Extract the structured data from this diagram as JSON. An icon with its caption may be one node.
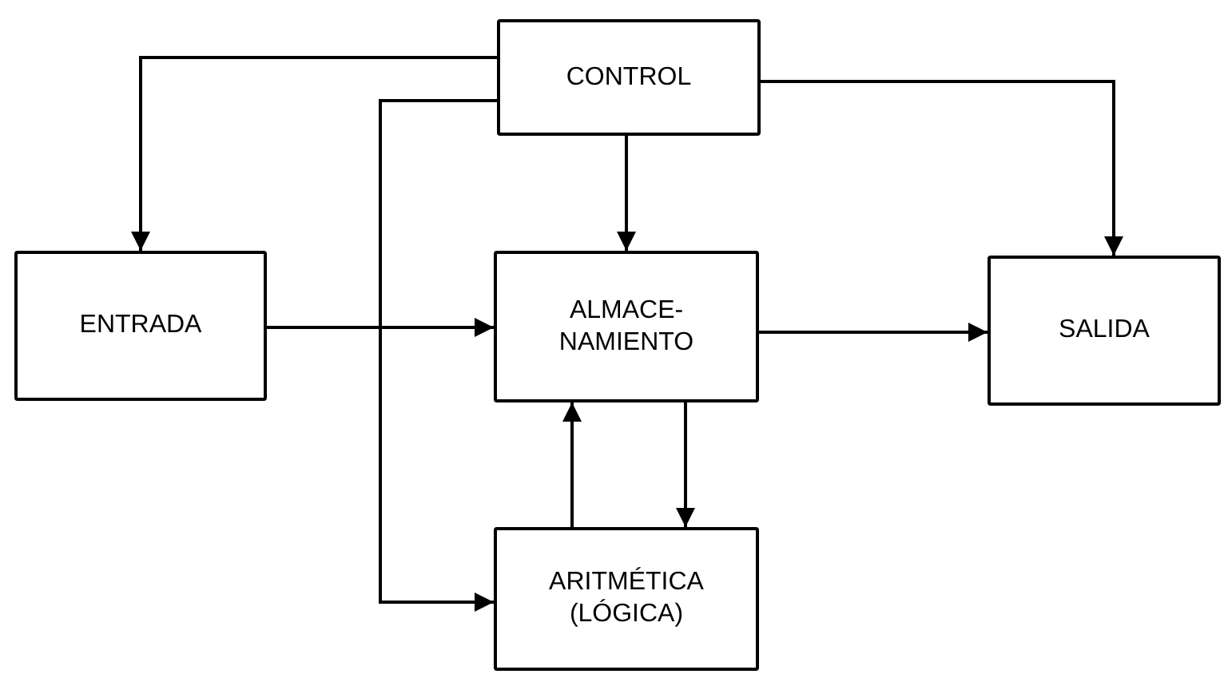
{
  "diagram": {
    "nodes": [
      {
        "text": [
          "CONTROL"
        ]
      },
      {
        "text": [
          "ENTRADA"
        ]
      },
      {
        "text": [
          "ALMACE- NAMIENTO"
        ]
      },
      {
        "text": [
          "SALIDA"
        ]
      },
      {
        "text": [
          "ARITMÉTICA (LÓGICA)"
        ]
      }
    ],
    "edges": [
      {
        "from": 0,
        "to": 1,
        "arrow": "to"
      },
      {
        "from": 0,
        "to": 4,
        "arrow": "to"
      },
      {
        "from": 0,
        "to": 2,
        "arrow": "to"
      },
      {
        "from": 0,
        "to": 3,
        "arrow": "to"
      },
      {
        "from": 1,
        "to": 2,
        "arrow": "to"
      },
      {
        "from": 2,
        "to": 3,
        "arrow": "to"
      },
      {
        "from": 4,
        "to": 2,
        "arrow": "to"
      },
      {
        "from": 2,
        "to": 4,
        "arrow": "to"
      }
    ]
  }
}
